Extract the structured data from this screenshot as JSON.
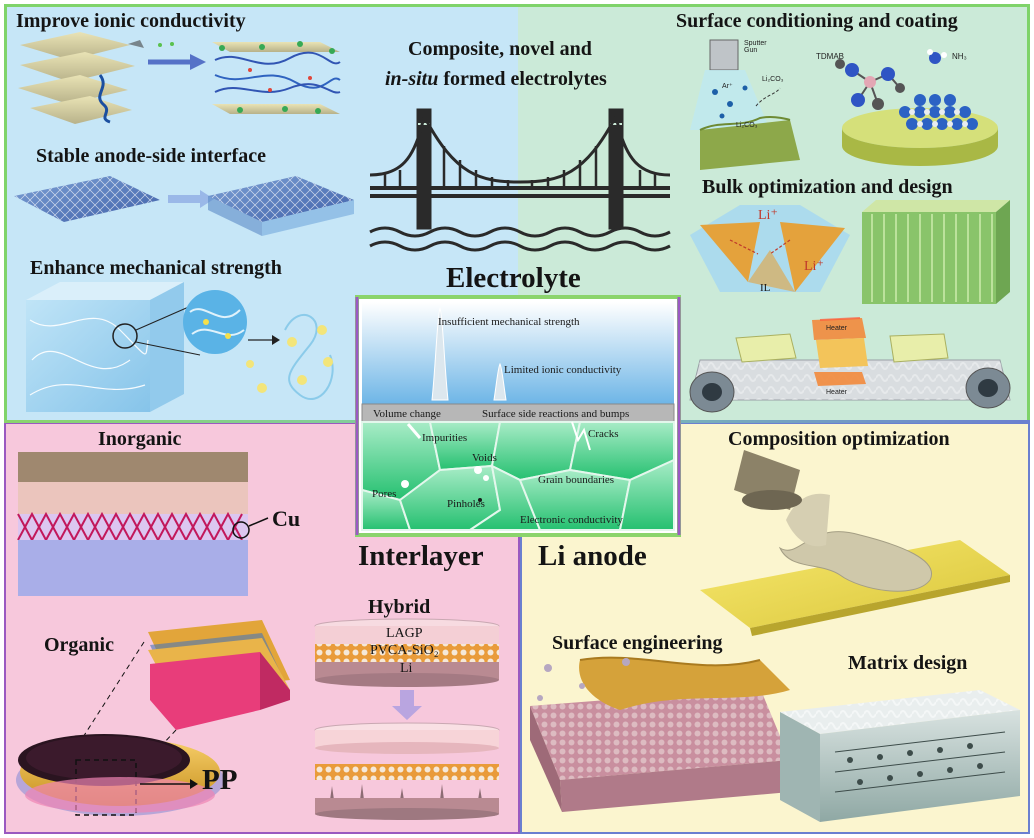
{
  "electrolyte": {
    "title": "Electrolyte",
    "subtitle_line1": "Composite, novel and",
    "subtitle_line2_italic": "in-situ",
    "subtitle_line2_rest": " formed electrolytes",
    "improve_ionic": "Improve ionic conductivity",
    "stable_anode": "Stable anode-side interface",
    "enhance_mech": "Enhance mechanical strength",
    "surface_cond": "Surface conditioning and coating",
    "bulk_opt": "Bulk optimization and design",
    "sputter_gun": "Sputter Gun",
    "ar_ion": "Ar⁺",
    "li2co3_a": "Li₂CO₃",
    "li2co3_b": "Li₂CO₃",
    "tdmab": "TDMAB",
    "nh3": "NH₃",
    "li_plus_1": "Li⁺",
    "li_plus_2": "Li⁺",
    "il": "IL",
    "heater_top": "Heater",
    "heater_bottom": "Heater"
  },
  "center": {
    "insufficient": "Insufficient mechanical strength",
    "limited": "Limited ionic conductivity",
    "volume_change": "Volume change",
    "surface_side": "Surface side reactions and bumps",
    "impurities": "Impurities",
    "cracks": "Cracks",
    "voids": "Voids",
    "grain": "Grain boundaries",
    "pores": "Pores",
    "pinholes": "Pinholes",
    "electronic": "Electronic conductivity"
  },
  "interlayer": {
    "title": "Interlayer",
    "inorganic": "Inorganic",
    "cu": "Cu",
    "organic": "Organic",
    "pp": "PP",
    "hybrid": "Hybrid",
    "lagp": "LAGP",
    "pvca": "PVCA-SiO₂",
    "li": "Li"
  },
  "anode": {
    "title": "Li anode",
    "composition": "Composition optimization",
    "surface_eng": "Surface engineering",
    "matrix": "Matrix design"
  },
  "colors": {
    "blue_bg": "#c9e7f6",
    "green_bg": "#cdebd9",
    "pink_bg": "#f8c9dc",
    "yellow_bg": "#fbf5cf"
  }
}
